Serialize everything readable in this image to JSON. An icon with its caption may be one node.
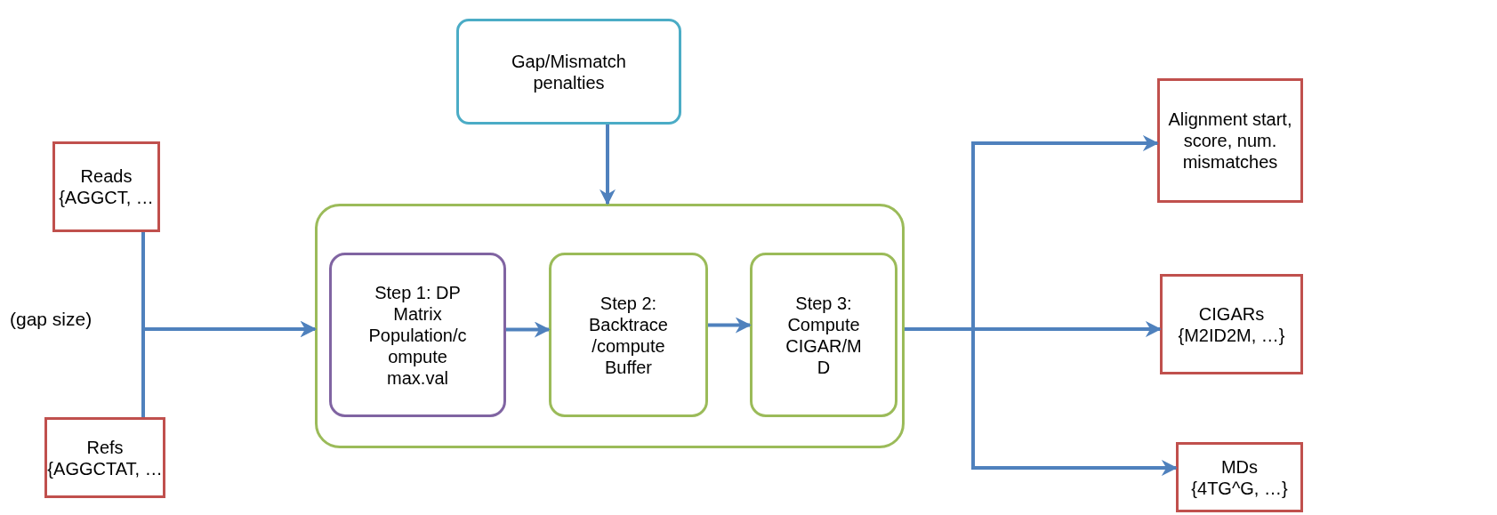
{
  "diagram": {
    "nodes": [
      {
        "text": [
          "Gap/Mismatch penalties"
        ]
      },
      {
        "text": [
          "Reads",
          "{AGGCT, …"
        ]
      },
      {
        "text": [
          "Refs",
          "{AGGCTAT, …"
        ]
      },
      {
        "text": [],
        "shape": "box"
      },
      {
        "text": [
          "Step 1: DP Matrix Population/c ompute max.val"
        ],
        "in": 3
      },
      {
        "text": [
          "Step 2: Backtrace /compute Buffer"
        ],
        "in": 3
      },
      {
        "text": [
          "Step 3: Compute CIGAR/M D"
        ],
        "in": 3
      },
      {
        "text": [
          "Alignment start, score, num. mismatches"
        ]
      },
      {
        "text": [
          "CIGARs",
          "{M2ID2M, …}"
        ]
      },
      {
        "text": [
          "MDs",
          "{4TG^G, …}"
        ]
      }
    ],
    "edges": [
      {
        "from": 0,
        "to": 3,
        "arrow": "to"
      },
      {
        "from": 1,
        "to": 3,
        "arrow": "to"
      },
      {
        "from": 2,
        "to": 3,
        "arrow": "to"
      },
      {
        "from": 4,
        "to": 5,
        "arrow": "to"
      },
      {
        "from": 5,
        "to": 6,
        "arrow": "to"
      },
      {
        "from": 3,
        "to": 7,
        "arrow": "to"
      },
      {
        "from": 3,
        "to": 8,
        "arrow": "to"
      },
      {
        "from": 3,
        "to": 9,
        "arrow": "to"
      }
    ],
    "labels": [
      "(gap size)"
    ]
  }
}
